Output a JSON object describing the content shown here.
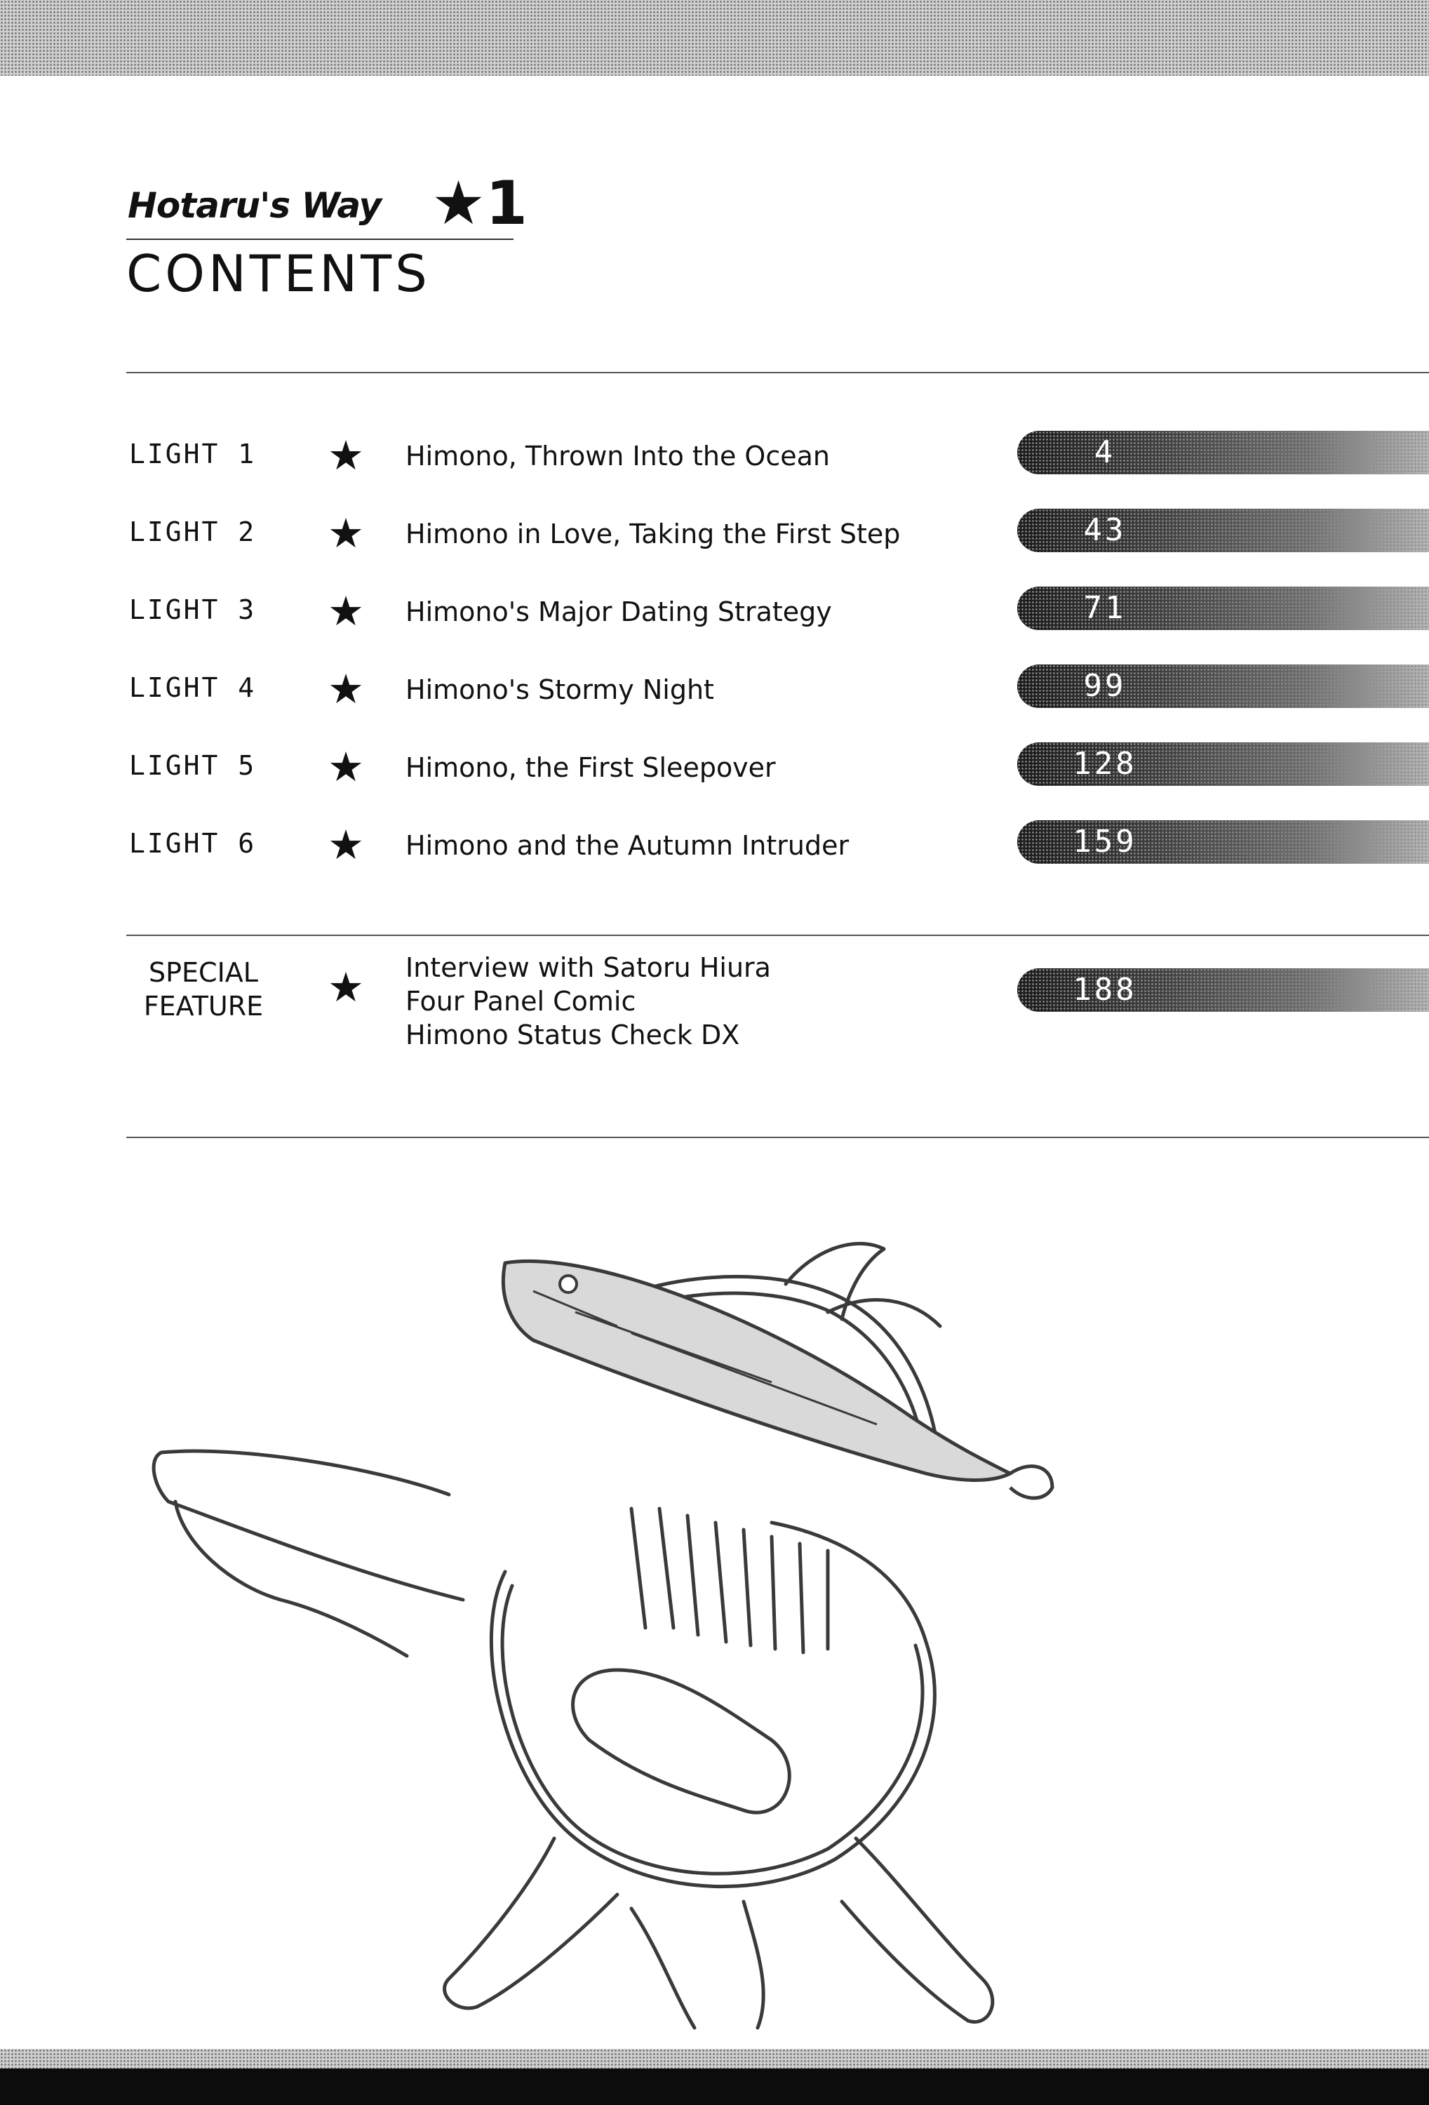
{
  "header": {
    "series_title": "Hotaru's Way",
    "volume_number": "1",
    "contents_heading": "CONTENTS"
  },
  "chapters": [
    {
      "label": "LIGHT 1",
      "title": "Himono, Thrown Into the Ocean",
      "page": "4"
    },
    {
      "label": "LIGHT 2",
      "title": "Himono in Love, Taking the First Step",
      "page": "43"
    },
    {
      "label": "LIGHT 3",
      "title": "Himono's Major Dating Strategy",
      "page": "71"
    },
    {
      "label": "LIGHT 4",
      "title": "Himono's Stormy Night",
      "page": "99"
    },
    {
      "label": "LIGHT 5",
      "title": "Himono, the First Sleepover",
      "page": "128"
    },
    {
      "label": "LIGHT 6",
      "title": "Himono and the Autumn Intruder",
      "page": "159"
    }
  ],
  "special_feature": {
    "label_line1": "SPECIAL",
    "label_line2": "FEATURE",
    "items": [
      "Interview with Satoru Hiura",
      "Four Panel Comic",
      "Himono Status Check DX"
    ],
    "page": "188"
  },
  "icons": {
    "bullet": "star-icon",
    "illustration": "character-with-dried-fish-illustration"
  },
  "colors": {
    "ink": "#111111",
    "paper": "#ffffff",
    "tone": "#cfcfcf"
  }
}
